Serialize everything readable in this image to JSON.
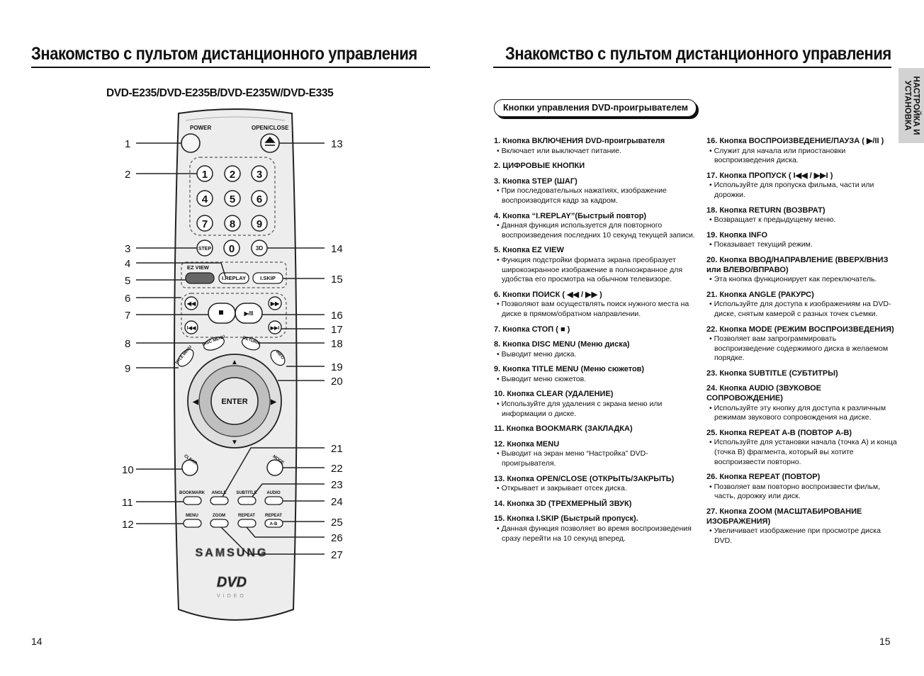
{
  "left_page": {
    "title": "Знакомство с пультом дистанционного управления",
    "model": "DVD-E235/DVD-E235B/DVD-E235W/DVD-E335",
    "page_number": "14"
  },
  "right_page": {
    "title": "Знакомство с пультом дистанционного управления",
    "section_label": "Кнопки управления DVD-проигрывателем",
    "side_tab": "НАСТРОЙКА И\nУСТАНОВКА",
    "page_number": "15"
  },
  "remote": {
    "brand": "SAMSUNG",
    "logo": "DVD",
    "logo_sub": "VIDEO",
    "buttons": {
      "power": "POWER",
      "open_close": "OPEN/CLOSE",
      "step": "STEP",
      "three_d": "3D",
      "ez_view": "EZ VIEW",
      "ireplay": "I.REPLAY",
      "iskip": "I.SKIP",
      "enter": "ENTER",
      "disc_menu": "DISC MENU",
      "return": "RETURN",
      "title_menu": "TITLE MENU",
      "info": "INFO",
      "clear": "CLEAR",
      "mode": "MODE",
      "bookmark": "BOOKMARK",
      "angle": "ANGLE",
      "subtitle": "SUBTITLE",
      "audio": "AUDIO",
      "menu": "MENU",
      "zoom": "ZOOM",
      "repeat": "REPEAT",
      "repeat2": "REPEAT",
      "ab": "A-B",
      "digits": [
        "1",
        "2",
        "3",
        "4",
        "5",
        "6",
        "7",
        "8",
        "9",
        "0"
      ]
    },
    "callouts": [
      "1",
      "2",
      "3",
      "4",
      "5",
      "6",
      "7",
      "8",
      "9",
      "10",
      "11",
      "12",
      "13",
      "14",
      "15",
      "16",
      "17",
      "18",
      "19",
      "20",
      "21",
      "22",
      "23",
      "24",
      "25",
      "26",
      "27"
    ]
  },
  "descriptions": {
    "column_a": [
      {
        "title": "1. Кнопка ВКЛЮЧЕНИЯ DVD-проигрывателя",
        "desc": "Включает или выключает питание."
      },
      {
        "title": "2. ЦИФРОВЫЕ КНОПКИ",
        "desc": ""
      },
      {
        "title": "3. Кнопка STEP (ШАГ)",
        "desc": "При последовательных нажатиях, изображение воспроизводится кадр за кадром."
      },
      {
        "title": "4. Кнопка “I.REPLAY”(Быстрый повтор)",
        "desc": "Данная функция используется для повторного воспроизведения последних 10 секунд текущей записи."
      },
      {
        "title": "5. Кнопка EZ VIEW",
        "desc": "Функция подстройки формата экрана преобразует широкоэкранное изображение в полноэкранное для удобства его просмотра на обычном телевизоре."
      },
      {
        "title": "6. Кнопки ПОИСК ( ◀◀ / ▶▶ )",
        "desc": "Позволяют вам осуществлять поиск нужного места на диске в прямом/обратном направлении."
      },
      {
        "title": "7. Кнопка СТОП ( ■ )",
        "desc": ""
      },
      {
        "title": "8. Кнопка DISC MENU (Меню диска)",
        "desc": "Выводит меню диска."
      },
      {
        "title": "9. Кнопка TITLE MENU (Меню сюжетов)",
        "desc": "Выводит меню сюжетов."
      },
      {
        "title": "10. Кнопка CLEAR (УДАЛЕНИЕ)",
        "desc": "Используйте для удаления с экрана меню или информации о диске."
      },
      {
        "title": "11. Кнопка BOOKMARK (ЗАКЛАДКА)",
        "desc": ""
      },
      {
        "title": "12. Кнопка MENU",
        "desc": "Выводит на экран меню “Настройка” DVD-проигрывателя."
      },
      {
        "title": "13. Кнопка OPEN/CLOSE (ОТКРЫТЬ/ЗАКРЫТЬ)",
        "desc": "Открывает и закрывает отсек диска."
      },
      {
        "title": "14. Кнопка 3D (ТРЕХМЕРНЫЙ ЗВУК)",
        "desc": ""
      },
      {
        "title": "15. Кнопка I.SKIP (Быстрый пропуск).",
        "desc": "Данная функция позволяет во время воспроизведения сразу перейти на 10 секунд вперед."
      }
    ],
    "column_b": [
      {
        "title": "16. Кнопка ВОСПРОИЗВЕДЕНИЕ/ПАУЗА ( ▶/II )",
        "desc": "Служит для начала или приостановки воспроизведения диска."
      },
      {
        "title": "17. Кнопка ПРОПУСК ( I◀◀ / ▶▶I )",
        "desc": "Используйте для пропуска фильма, части или дорожки."
      },
      {
        "title": "18. Кнопка RETURN (ВОЗВРАТ)",
        "desc": "Возвращает к предыдущему меню."
      },
      {
        "title": "19. Кнопка INFO",
        "desc": "Показывает текущий режим."
      },
      {
        "title": "20. Кнопка ВВОД/НАПРАВЛЕНИЕ (ВВЕРХ/ВНИЗ или ВЛЕВО/ВПРАВО)",
        "desc": "Эта кнопка функционирует как переключатель."
      },
      {
        "title": "21. Кнопка ANGLE (РАКУРС)",
        "desc": "Используйте для доступа к изображениям на DVD-диске, снятым камерой с разных точек съемки."
      },
      {
        "title": "22. Кнопка MODE (РЕЖИМ ВОСПРОИЗВЕДЕНИЯ)",
        "desc": "Позволяет вам запрограммировать воспроизведение содержимого диска в желаемом порядке."
      },
      {
        "title": "23. Кнопка SUBTITLE (СУБТИТРЫ)",
        "desc": ""
      },
      {
        "title": "24. Кнопка AUDIO (ЗВУКОВОЕ СОПРОВОЖДЕНИЕ)",
        "desc": "Используйте эту кнопку для доступа к различным режимам звукового сопровождения на диске."
      },
      {
        "title": "25. Кнопка REPEAT A-B (ПОВТОР A-B)",
        "desc": "Используйте для установки начала (точка A) и конца (точка B) фрагмента, который вы хотите воспроизвести повторно."
      },
      {
        "title": "26. Кнопка REPEAT (ПОВТОР)",
        "desc": "Позволяет вам повторно воспроизвести фильм, часть, дорожку или диск."
      },
      {
        "title": "27. Кнопка ZOOM (МАСШТАБИРОВАНИЕ ИЗОБРАЖЕНИЯ)",
        "desc": "Увеличивает изображение при просмотре диска DVD."
      }
    ]
  }
}
